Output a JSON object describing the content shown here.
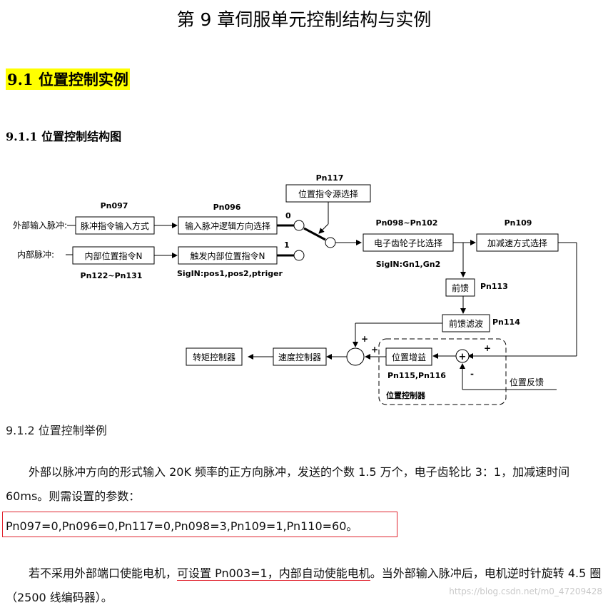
{
  "chapter_title": "第 9 章伺服单元控制结构与实例",
  "section_title": "9.1 位置控制实例",
  "subsection_title": "9.1.1 位置控制结构图",
  "diagram": {
    "pn117": "Pn117",
    "src_select": "位置指令源选择",
    "pn097": "Pn097",
    "pn096": "Pn096",
    "ext_pulse_label": "外部输入脉冲:",
    "pulse_input_mode": "脉冲指令输入方式",
    "input_logic": "输入脉冲逻辑方向选择",
    "int_pulse_label": "内部脉冲:",
    "int_pos_cmd": "内部位置指令N",
    "trigger_cmd": "触发内部位置指令N",
    "pn122": "Pn122~Pn131",
    "sigin1": "SigIN:pos1,pos2,ptriger",
    "sw0": "0",
    "sw1": "1",
    "pn098": "Pn098~Pn102",
    "gear": "电子齿轮子比选择",
    "sigin2": "SigIN:Gn1,Gn2",
    "pn109": "Pn109",
    "accel": "加减速方式选择",
    "ff": "前馈",
    "pn113": "Pn113",
    "ff_filter": "前馈滤波",
    "pn114": "Pn114",
    "torque": "转矩控制器",
    "speed": "速度控制器",
    "pos_gain": "位置增益",
    "pn115": "Pn115,Pn116",
    "pos_ctrl": "位置控制器",
    "pos_fb": "位置反馈",
    "plus": "+",
    "minus": "-"
  },
  "example_title": "9.1.2 位置控制举例",
  "para1": "外部以脉冲方向的形式输入 20K 频率的正方向脉冲，发送的个数 1.5 万个，电子齿轮比 3：1，加减速时间 60ms。则需设置的参数：",
  "params": "Pn097=0,Pn096=0,Pn117=0,Pn098=3,Pn109=1,Pn110=60。",
  "para2_a": "若不采用外部端口使能电机，",
  "para2_b": "可设置 Pn003=1，内部自动使能电机",
  "para2_c": "。当外部输入脉冲后，电机逆时针旋转 4.5 圈（2500 线编码器）。",
  "watermark": "https://blog.csdn.net/m0_47209428"
}
